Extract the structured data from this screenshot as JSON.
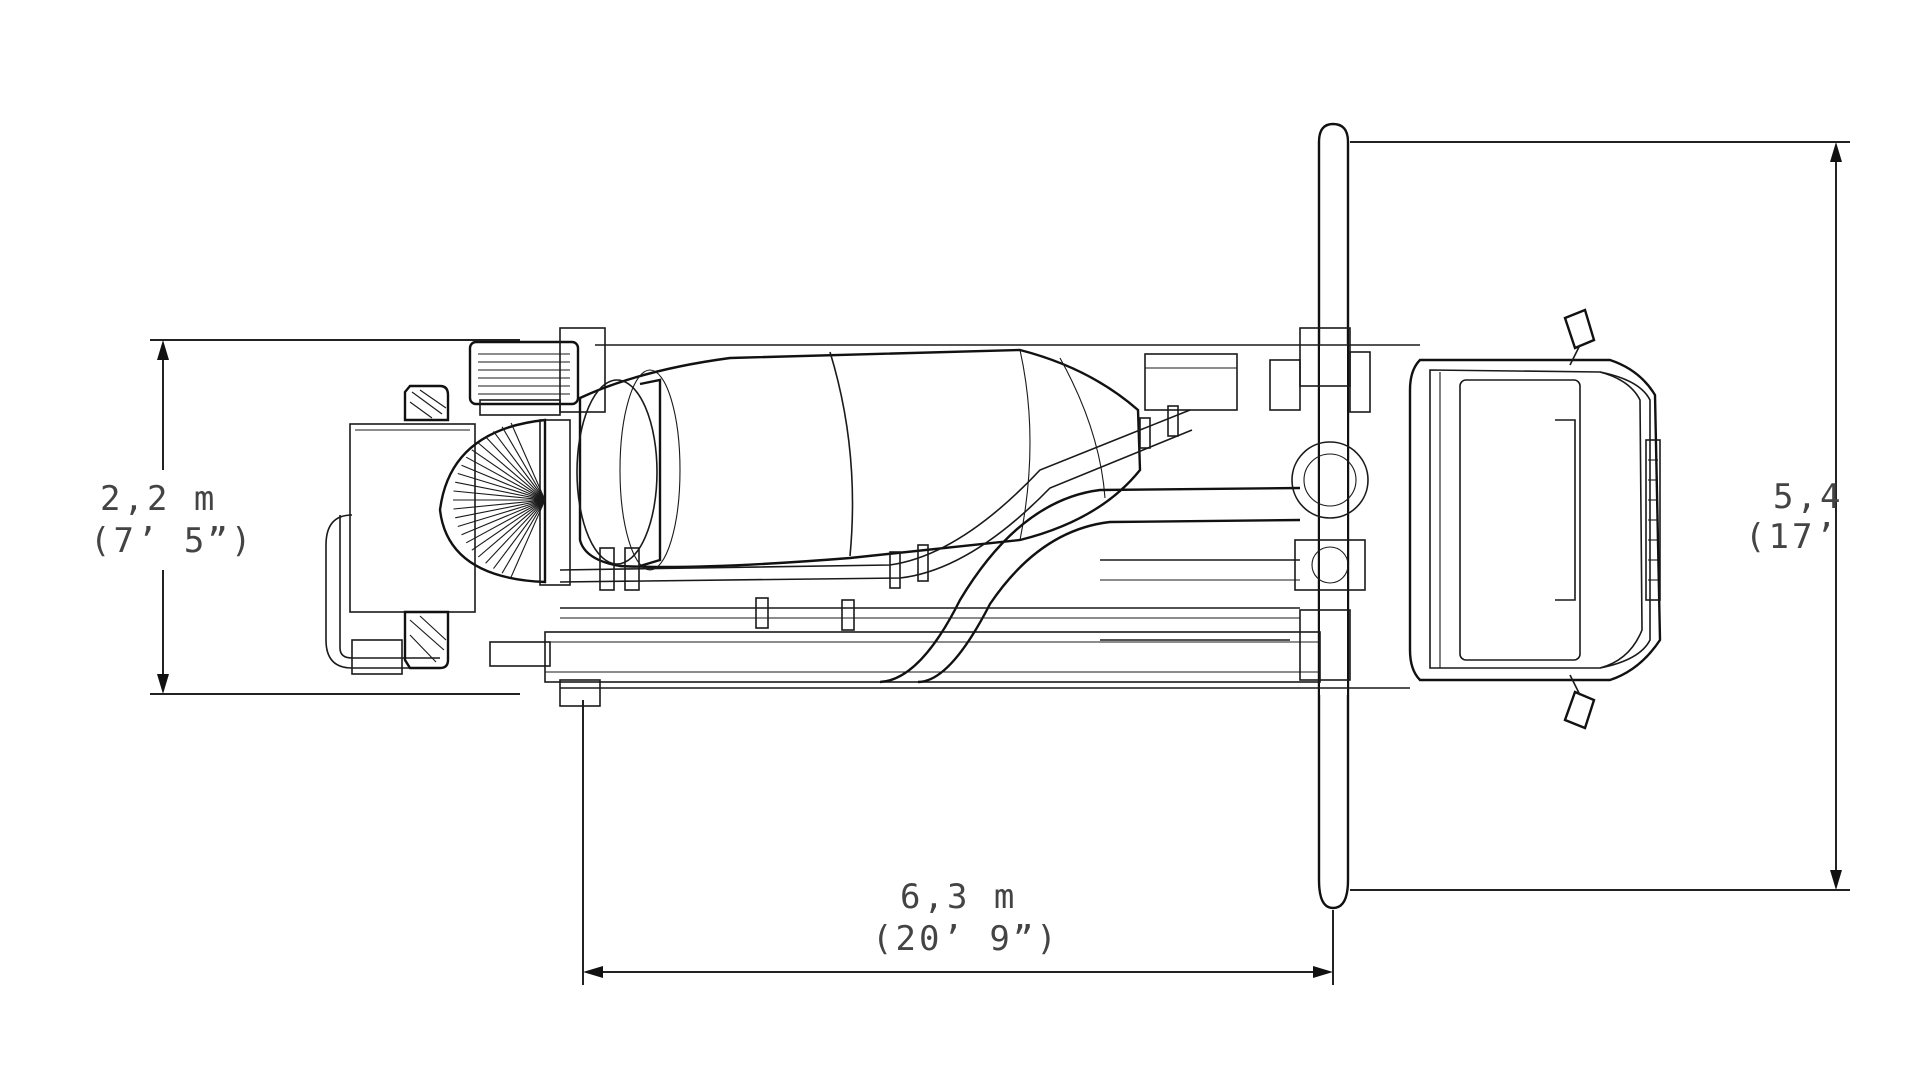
{
  "dimensions": {
    "width": {
      "metric": "2,2 m",
      "imperial": "(7’ 5”)"
    },
    "length": {
      "metric": "6,3 m",
      "imperial": "(20’ 9”)"
    },
    "outrigger_span": {
      "metric": "5,4",
      "imperial": "(17’"
    }
  },
  "colors": {
    "line": "#1a1a1a",
    "label": "#444444",
    "background": "#ffffff"
  }
}
